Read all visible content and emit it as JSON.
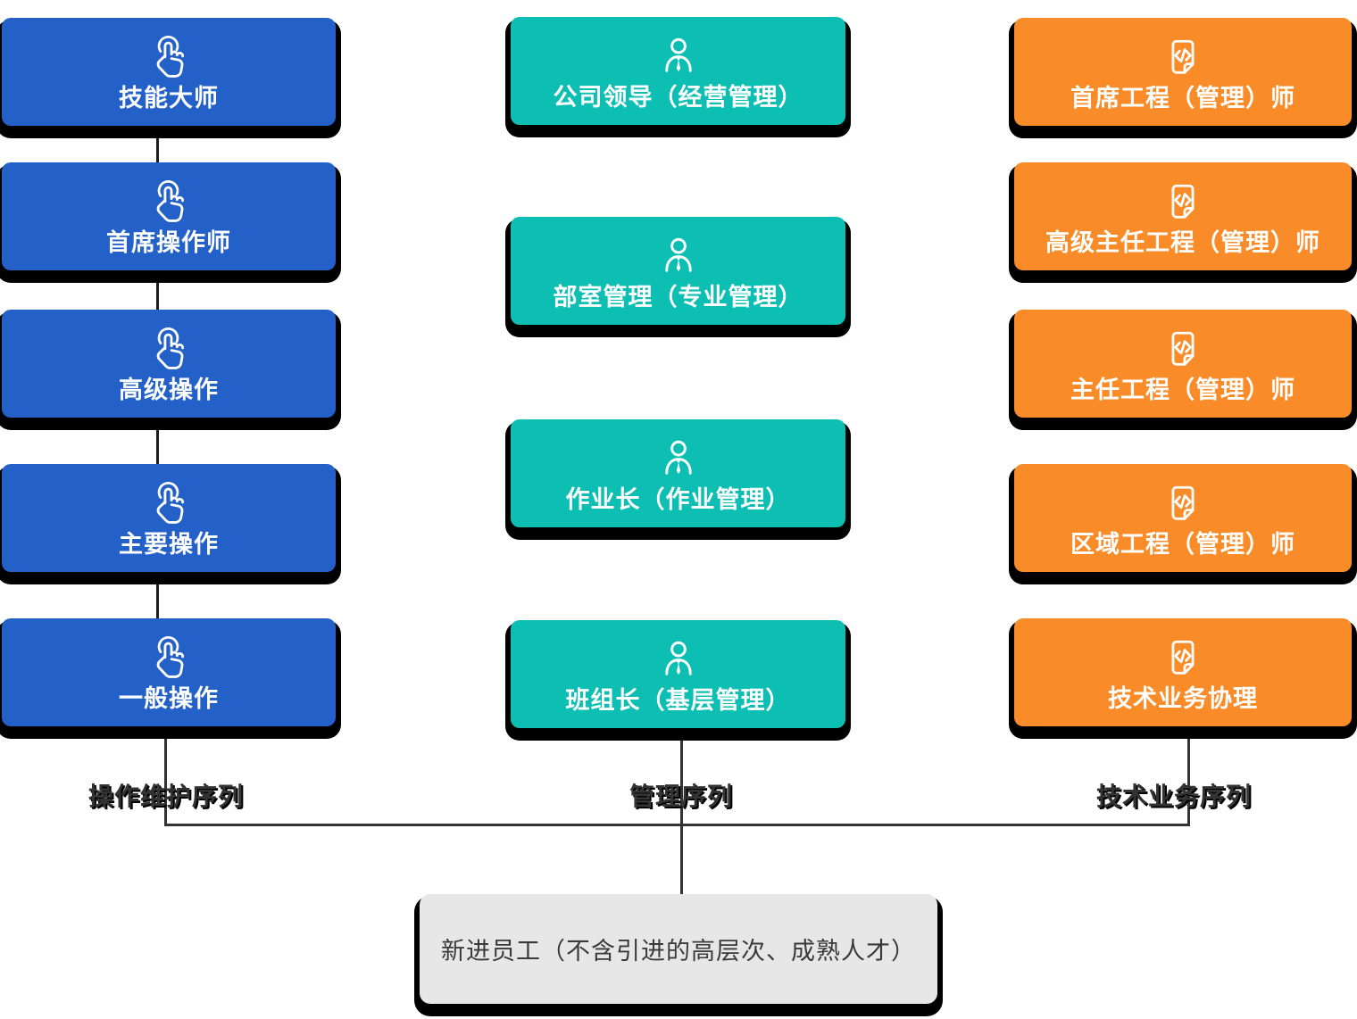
{
  "diagram_title": "",
  "columns": {
    "left": {
      "sequence_label": "操作维护序列",
      "icon": "tap-icon",
      "color": "#2360C8",
      "boxes": [
        "技能大师",
        "首席操作师",
        "高级操作",
        "主要操作",
        "一般操作"
      ]
    },
    "middle": {
      "sequence_label": "管理序列",
      "icon": "person-icon",
      "color": "#0CBFB2",
      "boxes": [
        "公司领导（经营管理）",
        "部室管理（专业管理）",
        "作业长（作业管理）",
        "班组长（基层管理）"
      ]
    },
    "right": {
      "sequence_label": "技术业务序列",
      "icon": "code-file-icon",
      "color": "#F98C28",
      "boxes": [
        "首席工程（管理）师",
        "高级主任工程（管理）师",
        "主任工程（管理）师",
        "区域工程（管理）师",
        "技术业务协理"
      ]
    }
  },
  "entry": {
    "label": "新进员工（不含引进的高层次、成熟人才）",
    "background": "#E7E7E7"
  },
  "colors": {
    "shadow": "#000000",
    "connector_line": "#333333",
    "box_text": "#FFFFFF",
    "sequence_label_text": "#333333",
    "entry_text": "#3A3A3A"
  }
}
